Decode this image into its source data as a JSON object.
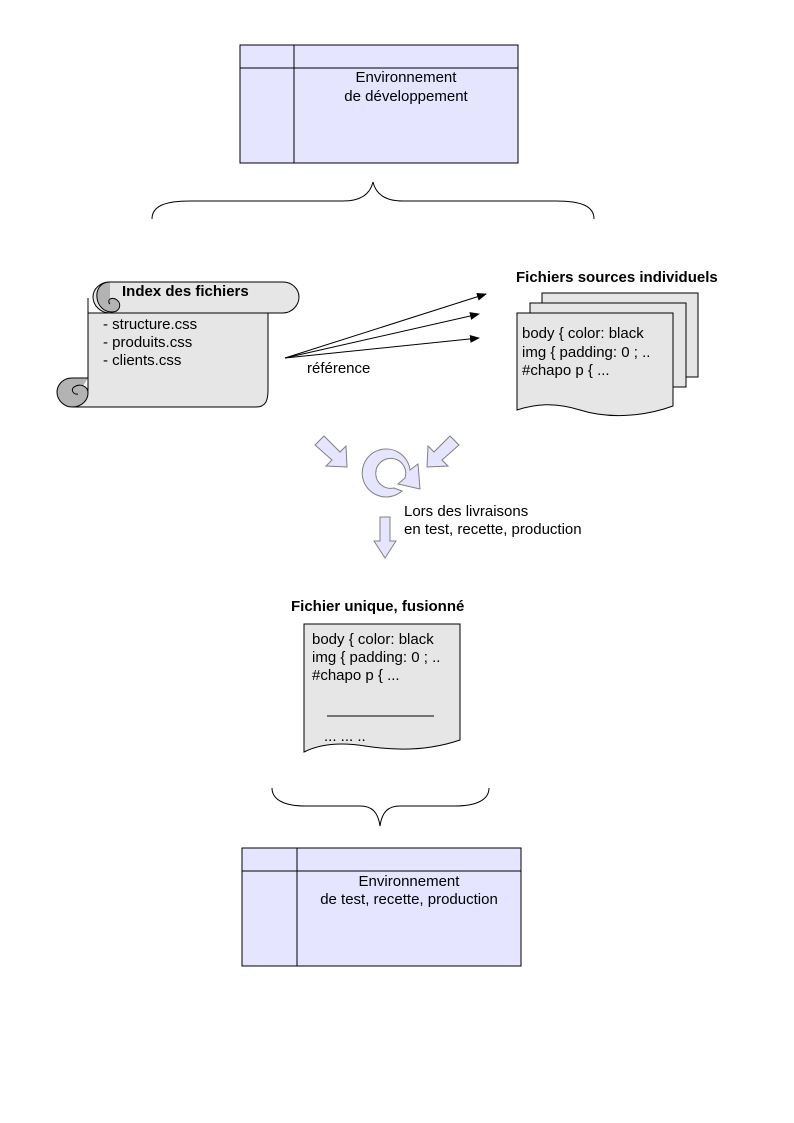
{
  "dev_environment": {
    "title_line1": "Environnement",
    "title_line2": "de développement"
  },
  "index_scroll": {
    "title": "Index des fichiers",
    "items": [
      "- structure.css",
      "- produits.css",
      "- clients.css"
    ]
  },
  "reference_label": "référence",
  "source_files": {
    "title": "Fichiers sources individuels",
    "lines": [
      "body { color: black",
      "img { padding: 0 ; ..",
      "#chapo p { ..."
    ]
  },
  "merge_process": {
    "line1": "Lors des livraisons",
    "line2": "en test, recette, production"
  },
  "merged_file": {
    "title": "Fichier unique, fusionné",
    "lines": [
      "body { color: black",
      "img { padding: 0 ; ..",
      "#chapo p { ..."
    ],
    "ellipsis": "... ...   .."
  },
  "test_environment": {
    "title_line1": "Environnement",
    "title_line2": "de test, recette, production"
  },
  "colors": {
    "shape_fill": "#e5e5ff",
    "document_fill": "#e6e6e6",
    "scroll_curl": "#b3b3b3",
    "outline": "#000000"
  }
}
